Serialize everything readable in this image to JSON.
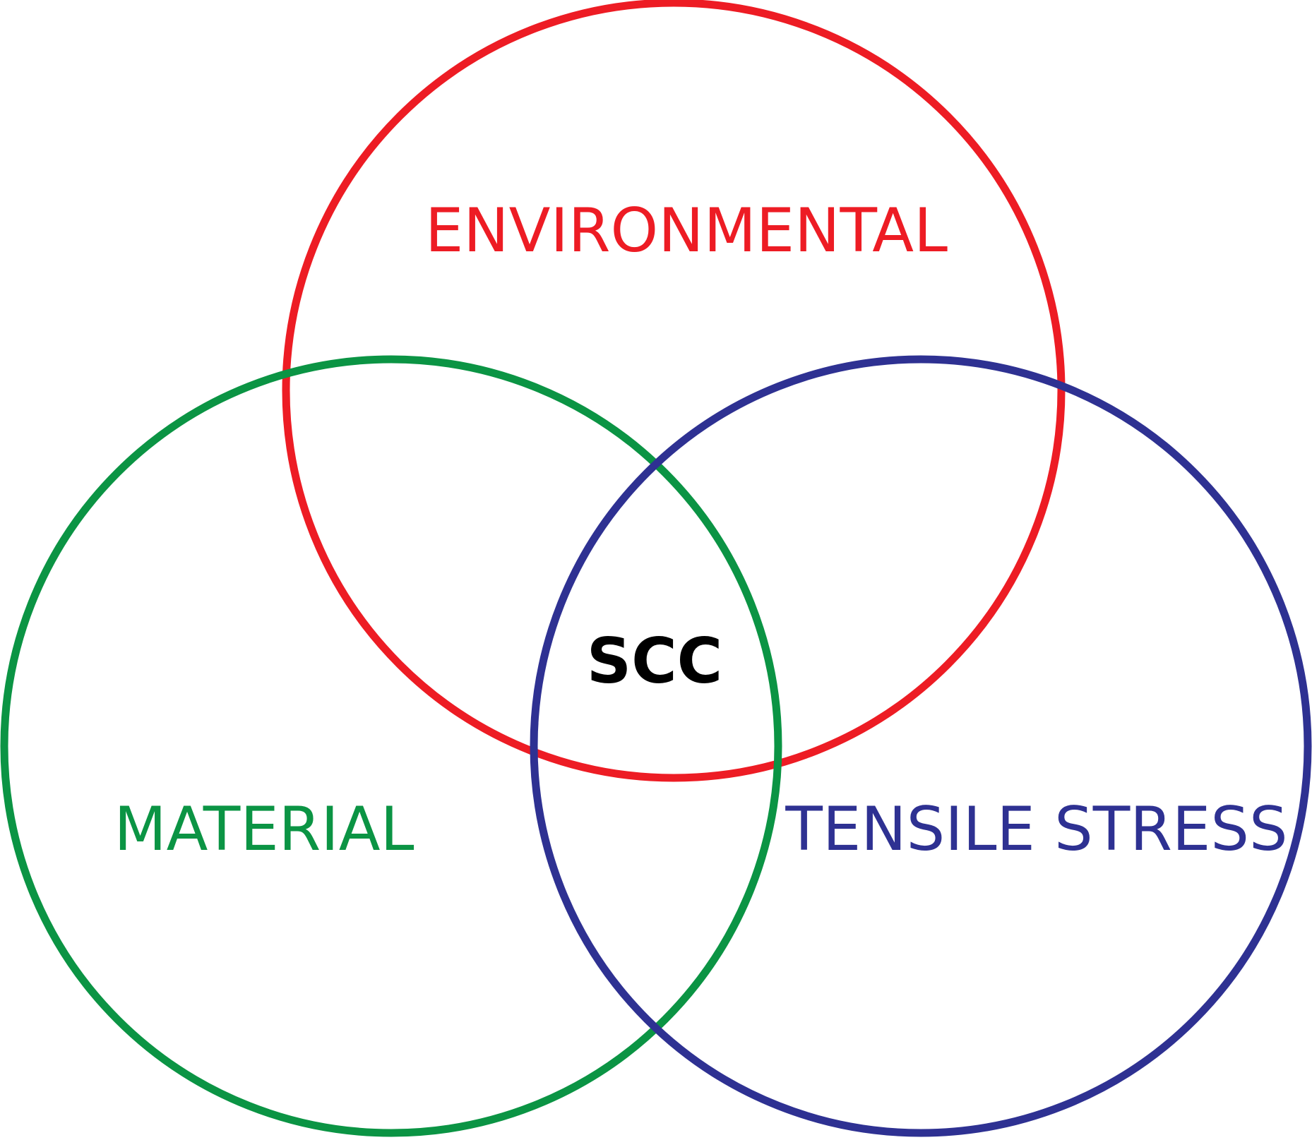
{
  "diagram": {
    "type": "venn",
    "sets": [
      {
        "key": "environmental",
        "label": "ENVIRONMENTAL",
        "color": "#ED1C24"
      },
      {
        "key": "material",
        "label": "MATERIAL",
        "color": "#0B9444"
      },
      {
        "key": "tensile_stress",
        "label": "TENSILE STRESS",
        "color": "#2E3192"
      }
    ],
    "intersection": {
      "label": "SCC",
      "color": "#000000"
    }
  }
}
